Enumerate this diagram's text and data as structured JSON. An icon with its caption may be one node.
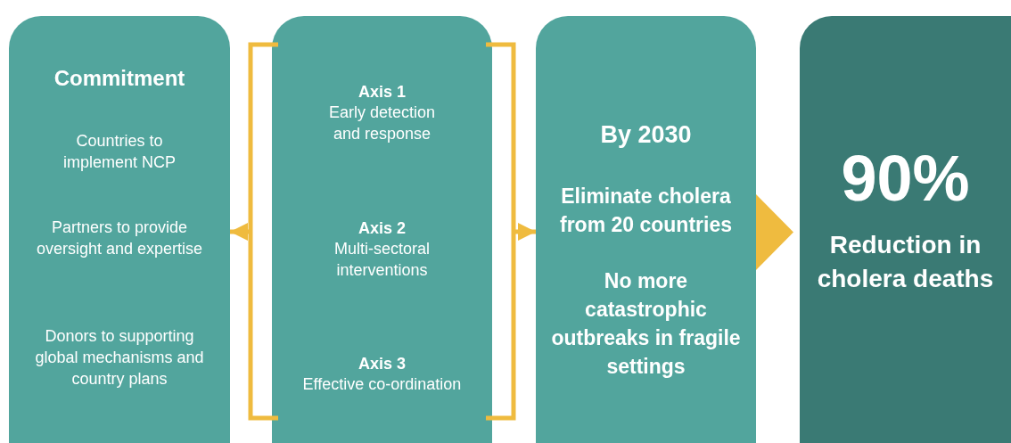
{
  "diagram": {
    "nodes": [
      {
        "text": [
          "Commitment",
          "Countries to implement NCP",
          "Partners to provide oversight and expertise",
          "Donors to supporting global mechanisms and country plans"
        ]
      },
      {
        "text": [
          "Axis 1",
          "Early detection and response",
          "Axis 2",
          "Multi-sectoral interventions",
          "Axis 3",
          "Effective co-ordination"
        ]
      },
      {
        "text": [
          "By 2030",
          "Eliminate cholera from 20 countries",
          "No more catastrophic outbreaks in fragile settings"
        ]
      },
      {
        "text": [
          "90%",
          "Reduction in cholera deaths"
        ]
      }
    ],
    "edges": [
      {
        "from": 1,
        "to": 0,
        "arrow": "to"
      },
      {
        "from": 1,
        "to": 2,
        "arrow": "to"
      },
      {
        "from": 2,
        "to": 3,
        "arrow": "to"
      }
    ]
  }
}
